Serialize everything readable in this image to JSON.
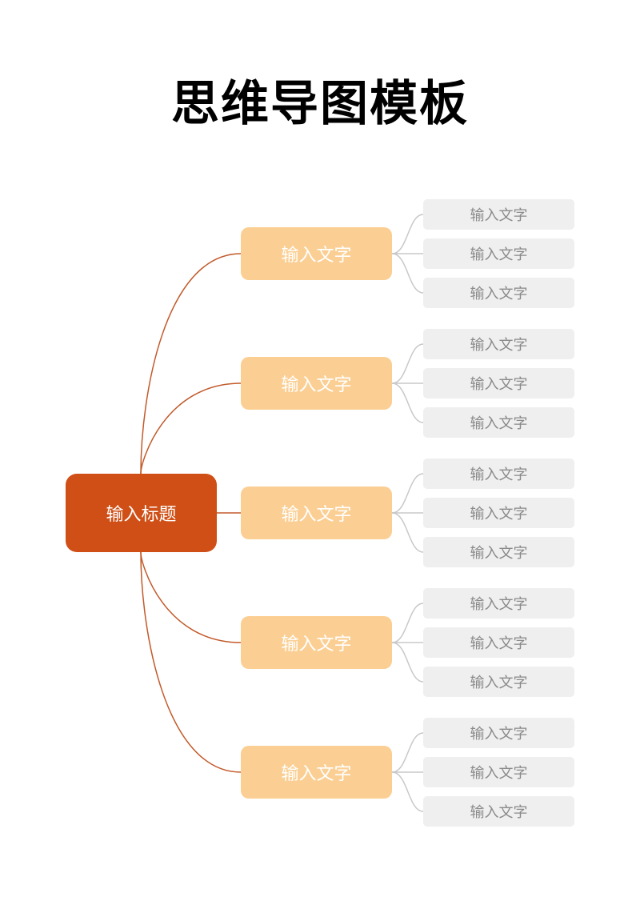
{
  "title": "思维导图模板",
  "colors": {
    "root_fill": "#cf4f16",
    "root_line": "#c25a2a",
    "branch_fill": "#fbcf93",
    "leaf_fill": "#efefef",
    "leaf_line": "#c8c8c8"
  },
  "root": {
    "label": "输入标题"
  },
  "branches": [
    {
      "label": "输入文字",
      "children": [
        "输入文字",
        "输入文字",
        "输入文字"
      ]
    },
    {
      "label": "输入文字",
      "children": [
        "输入文字",
        "输入文字",
        "输入文字"
      ]
    },
    {
      "label": "输入文字",
      "children": [
        "输入文字",
        "输入文字",
        "输入文字"
      ]
    },
    {
      "label": "输入文字",
      "children": [
        "输入文字",
        "输入文字",
        "输入文字"
      ]
    },
    {
      "label": "输入文字",
      "children": [
        "输入文字",
        "输入文字",
        "输入文字"
      ]
    }
  ]
}
